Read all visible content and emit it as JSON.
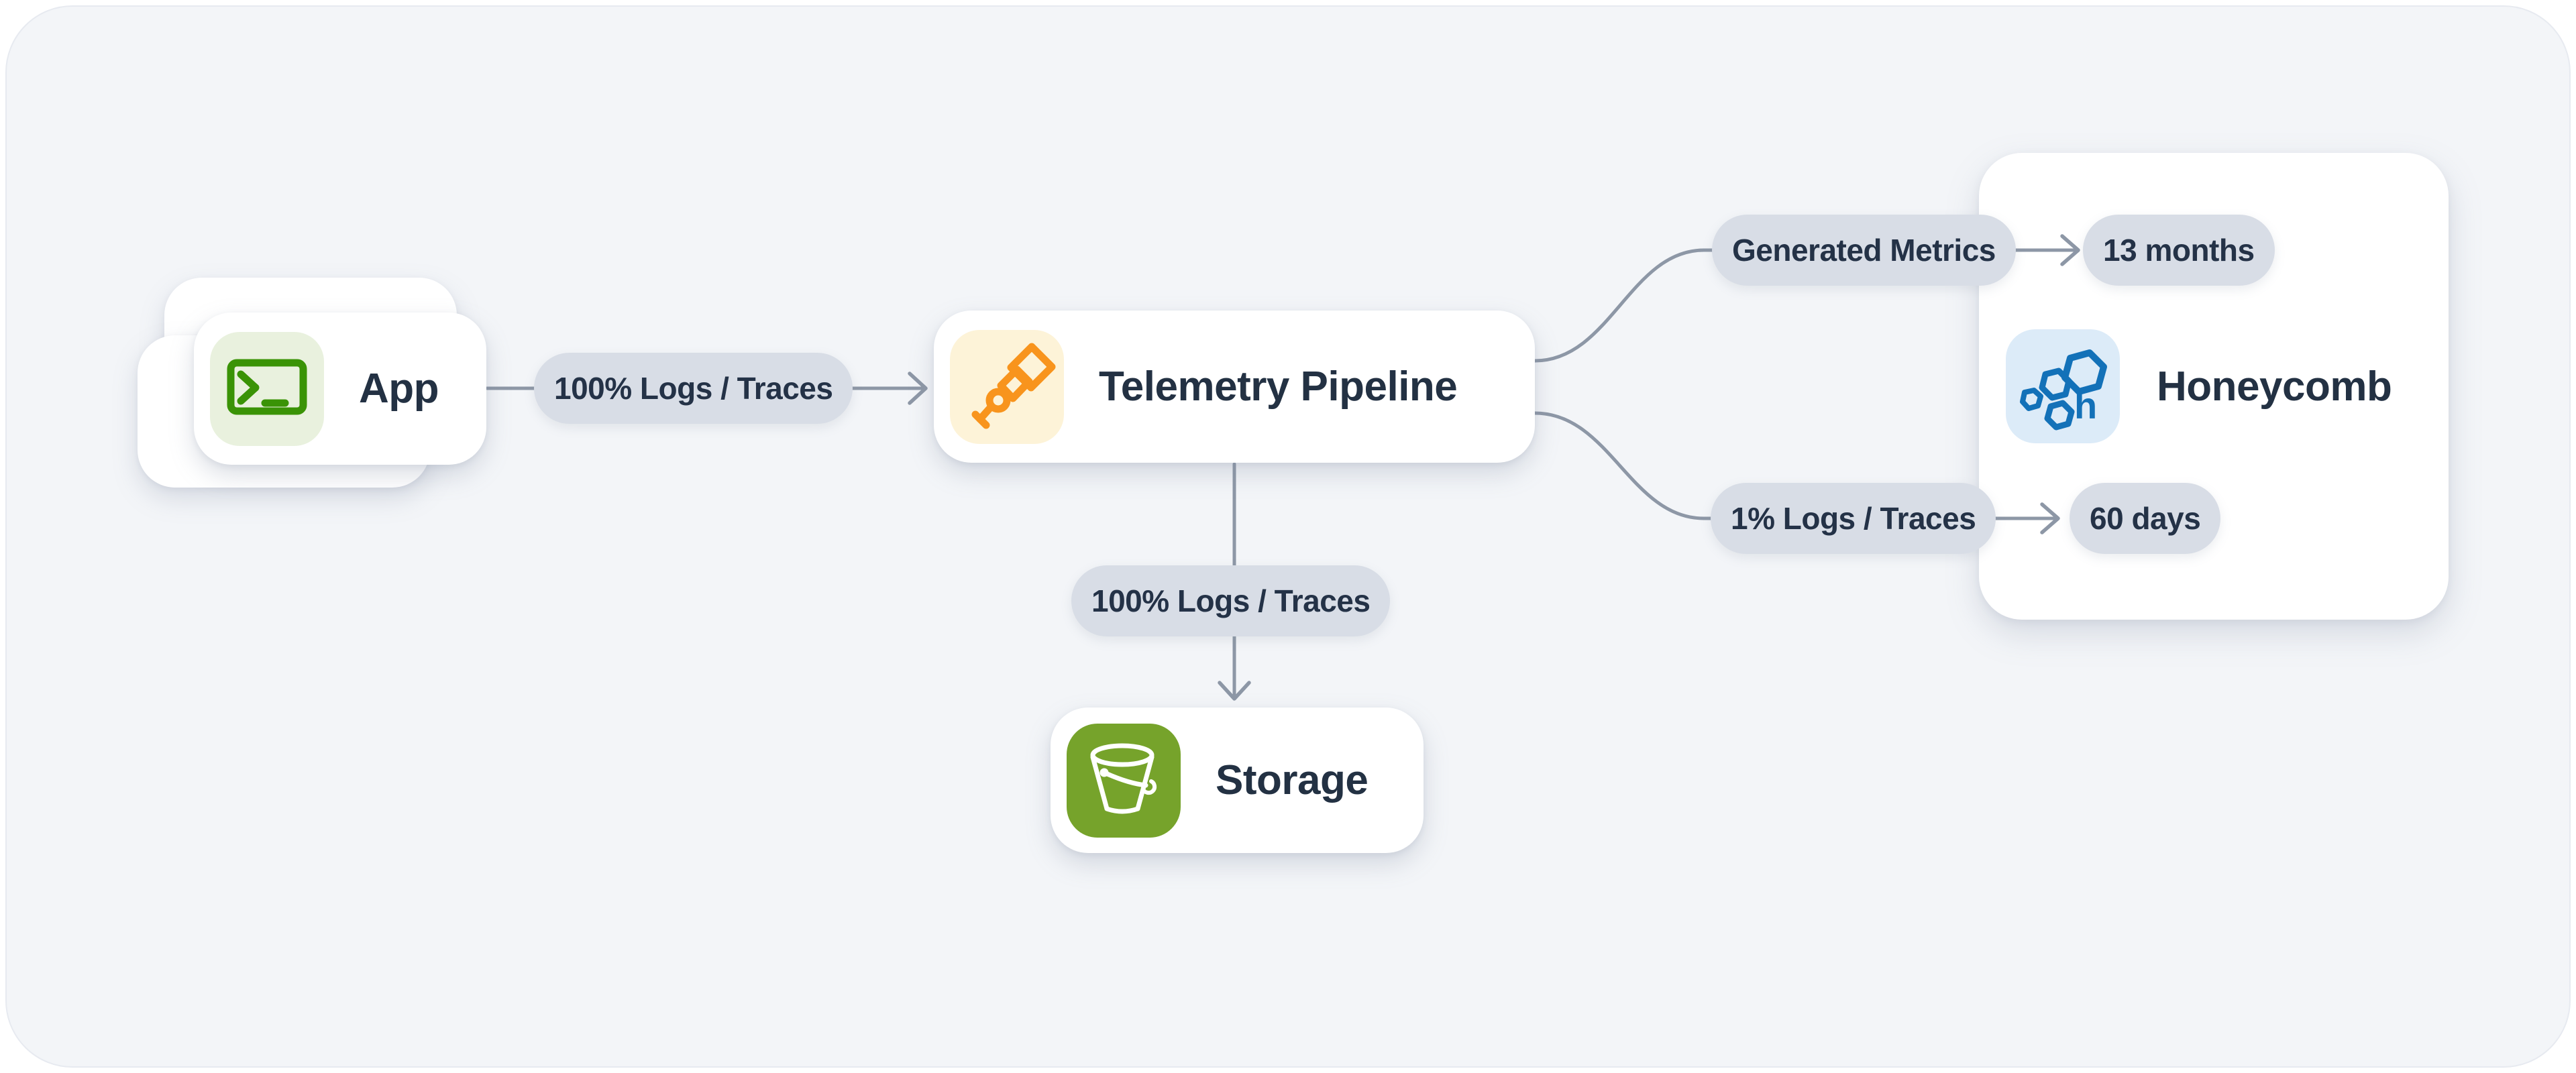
{
  "diagram": {
    "nodes": {
      "app": {
        "label": "App",
        "icon": "terminal-icon"
      },
      "pipeline": {
        "label": "Telemetry Pipeline",
        "icon": "telescope-icon"
      },
      "storage": {
        "label": "Storage",
        "icon": "bucket-icon"
      },
      "honeycomb": {
        "label": "Honeycomb",
        "icon": "honeycomb-logo-icon",
        "metrics_retention": "13 months",
        "sampled_retention": "60 days"
      }
    },
    "edges": {
      "app_to_pipeline": {
        "label": "100% Logs / Traces"
      },
      "pipeline_to_storage": {
        "label": "100% Logs / Traces"
      },
      "pipeline_to_honeycomb_metrics": {
        "label": "Generated Metrics"
      },
      "pipeline_to_honeycomb_sampled": {
        "label": "1% Logs / Traces"
      }
    },
    "colors": {
      "page_bg": "#ffffff",
      "panel_bg": "#f3f5f8",
      "card_bg": "#ffffff",
      "pill_bg": "#d8dde6",
      "text": "#233143",
      "connector": "#8d97a6",
      "app_icon_bg": "#e9f1de",
      "app_icon": "#3a9306",
      "pipeline_icon_bg": "#fdf3d8",
      "pipeline_icon": "#f8941d",
      "storage_icon_bg": "#76a32b",
      "storage_icon": "#ffffff",
      "honeycomb_icon_bg": "#dcebf8",
      "honeycomb_icon": "#1371b8"
    }
  }
}
